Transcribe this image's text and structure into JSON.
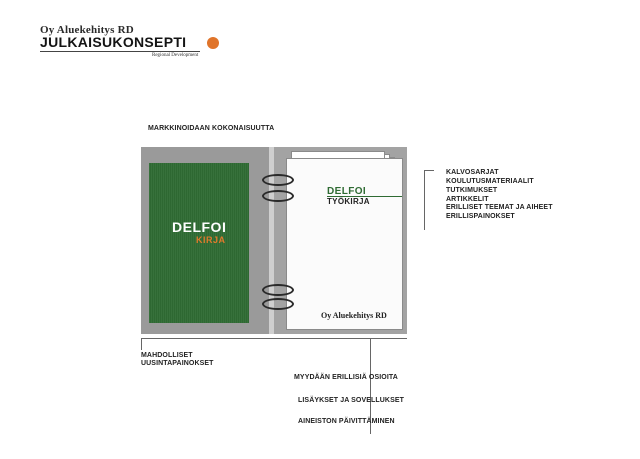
{
  "header": {
    "company": "Oy Aluekehitys RD",
    "title": "JULKAISUKONSEPTI",
    "subtitle": "Regional Development"
  },
  "diagram": {
    "heading": "MARKKINOIDAAN KOKONAISUUTTA",
    "book": {
      "title": "DELFOI",
      "subtitle": "KIRJA",
      "color": "#2f6b33",
      "accent": "#e07a2c"
    },
    "workbook": {
      "title": "DELFOI",
      "subtitle": "TYÖKIRJA",
      "company": "Oy Aluekehitys RD"
    },
    "contents": [
      "KALVOSARJAT",
      "KOULUTUSMATERIAALIT",
      "TUTKIMUKSET",
      "ARTIKKELIT",
      "ERILLISET TEEMAT JA AIHEET",
      "ERILLISPAINOKSET"
    ],
    "left_note": {
      "line1": "MAHDOLLISET",
      "line2": "UUSINTAPAINOKSET"
    },
    "bottom_notes": [
      "MYYDÄÄN ERILLISIÄ OSIOITA",
      "LISÄYKSET JA SOVELLUKSET",
      "AINEISTON PÄIVITTÄMINEN"
    ]
  }
}
